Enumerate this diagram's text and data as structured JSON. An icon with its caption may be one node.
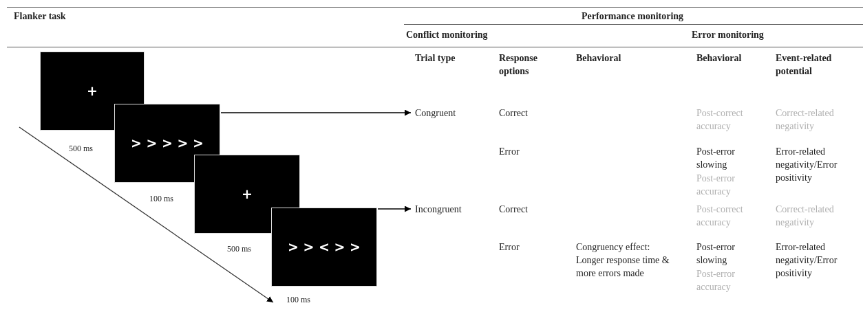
{
  "diagram": {
    "nodes": [
      {
        "text": [
          "+"
        ],
        "beside": [
          "500 ms"
        ]
      },
      {
        "text": [
          "> > > > >"
        ],
        "beside": [
          "100 ms"
        ]
      },
      {
        "text": [
          "+"
        ],
        "beside": [
          "500 ms"
        ]
      },
      {
        "text": [
          "> > < > >"
        ],
        "beside": [
          "100 ms"
        ]
      },
      {
        "text": [
          "Congruent"
        ]
      },
      {
        "text": [
          "Incongruent"
        ]
      }
    ],
    "edges": [
      {
        "from": 1,
        "to": 4,
        "arrow": "to"
      },
      {
        "from": 3,
        "to": 5,
        "arrow": "to"
      }
    ],
    "labels": [
      "Flanker task",
      "Performance monitoring",
      "Conflict monitoring",
      "Error monitoring",
      "Trial type",
      "Response options",
      "Behavioral",
      "Behavioral",
      "Event-related potential",
      "Correct",
      "Post-correct accuracy",
      "Correct-related negativity",
      "Error",
      "Post-error slowing",
      "Post-error accuracy",
      "Error-related negativity/Error positivity",
      "Correct",
      "Post-correct accuracy",
      "Correct-related negativity",
      "Error",
      "Congruency effect: Longer response time & more errors made",
      "Post-error slowing",
      "Post-error accuracy",
      "Error-related negativity/Error positivity"
    ]
  }
}
